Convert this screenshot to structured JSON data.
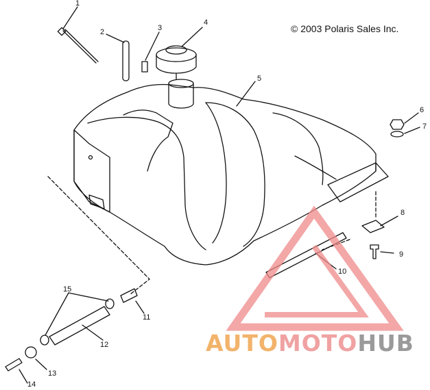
{
  "copyright": "© 2003 Polaris Sales Inc.",
  "callouts": [
    {
      "id": "1",
      "text": "1"
    },
    {
      "id": "2",
      "text": "2"
    },
    {
      "id": "3",
      "text": "3"
    },
    {
      "id": "4",
      "text": "4"
    },
    {
      "id": "5",
      "text": "5"
    },
    {
      "id": "6",
      "text": "6"
    },
    {
      "id": "7",
      "text": "7"
    },
    {
      "id": "8",
      "text": "8"
    },
    {
      "id": "9",
      "text": "9"
    },
    {
      "id": "10",
      "text": "10"
    },
    {
      "id": "11",
      "text": "11"
    },
    {
      "id": "12",
      "text": "12"
    },
    {
      "id": "13",
      "text": "13"
    },
    {
      "id": "14",
      "text": "14"
    },
    {
      "id": "15",
      "text": "15"
    }
  ],
  "watermark": {
    "part1": "AUTO",
    "part2": "MOTO",
    "part3": "HUB"
  },
  "colors": {
    "line": "#111111",
    "watermark_red": "#f08a8a",
    "watermark_orange": "#f2b36b",
    "watermark_gray": "#9a9a9a"
  }
}
